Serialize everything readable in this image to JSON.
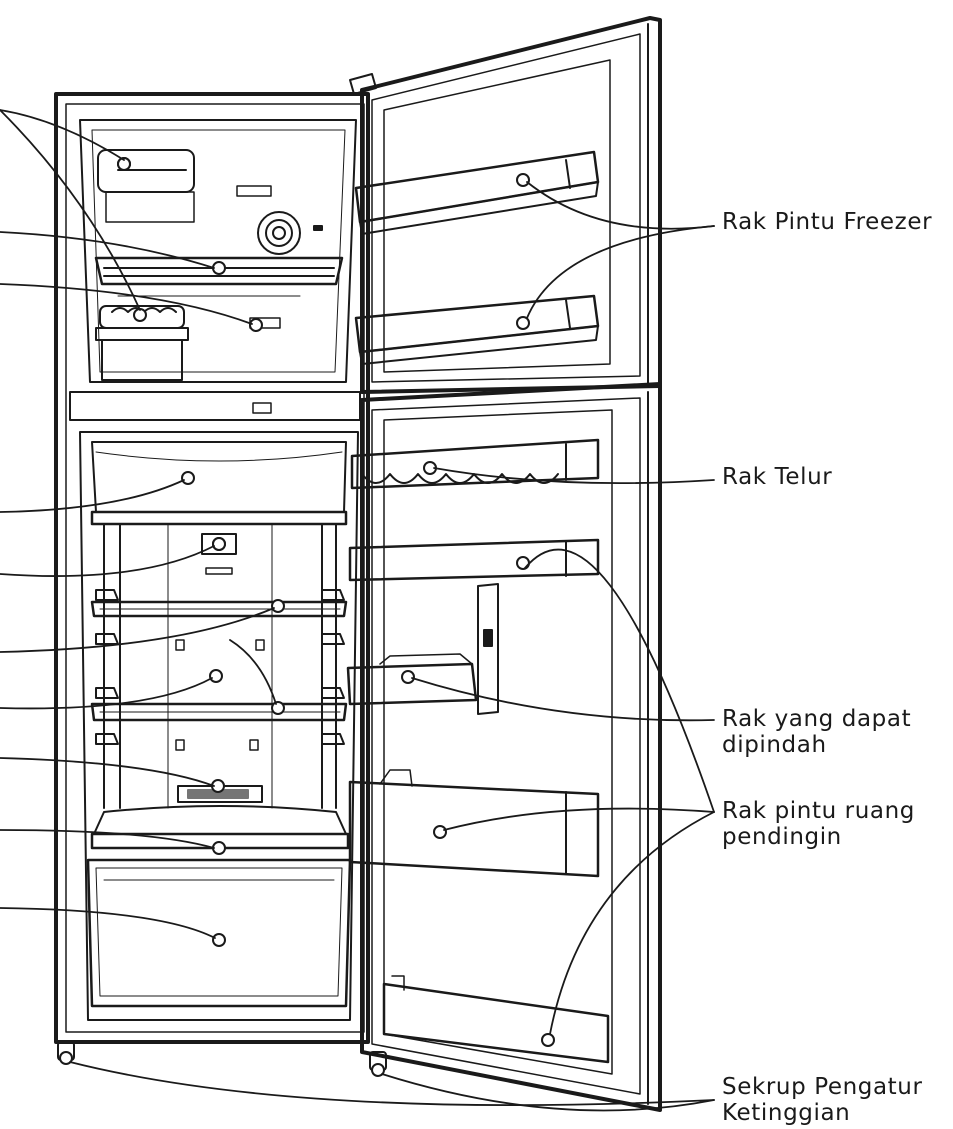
{
  "labels": {
    "freezer_door_shelf": "Rak Pintu Freezer",
    "egg_tray": "Rak Telur",
    "movable_shelf_line1": "Rak yang dapat",
    "movable_shelf_line2": "dipindah",
    "fridge_door_shelf_line1": "Rak pintu ruang",
    "fridge_door_shelf_line2": "pendingin",
    "leveling_screw_line1": "Sekrup Pengatur",
    "leveling_screw_line2": "Ketinggian"
  },
  "colors": {
    "line": "#1a1a1a",
    "background": "#ffffff",
    "shadow": "#cccccc"
  }
}
